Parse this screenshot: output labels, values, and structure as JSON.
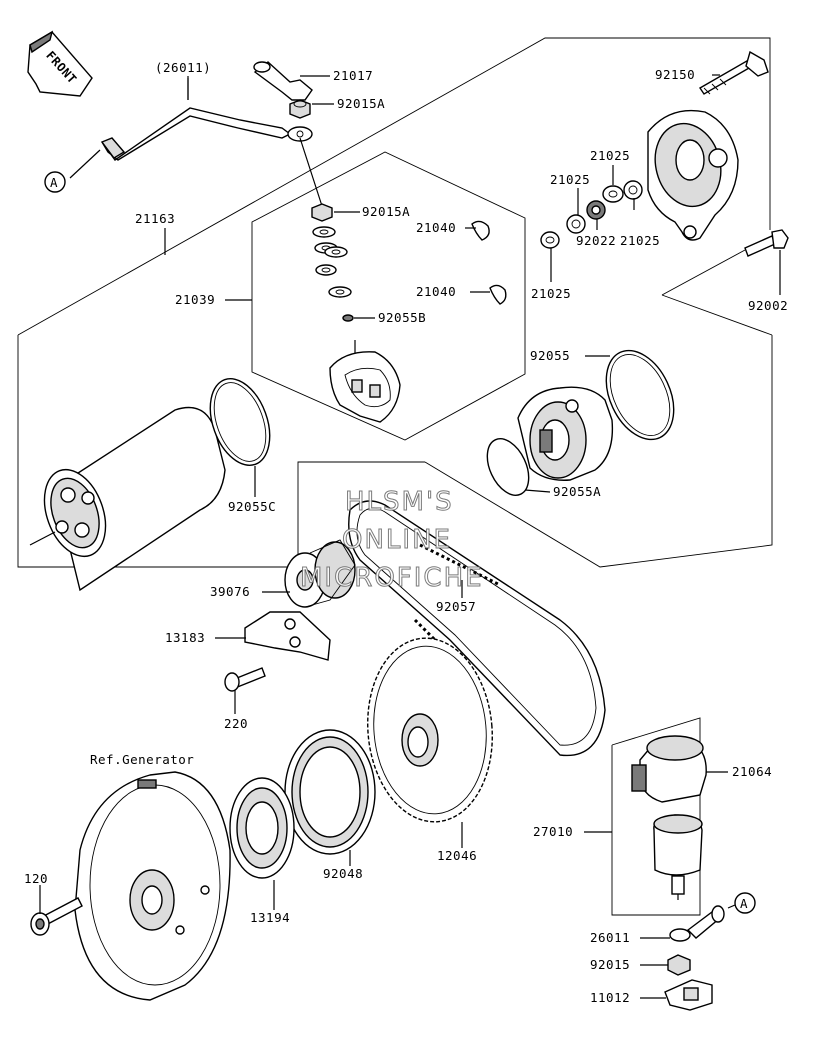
{
  "diagram": {
    "front_label": "FRONT",
    "ref_label": "A",
    "watermark": [
      "HLSM'S",
      "ONLINE",
      "MICROFICHE"
    ],
    "labels": {
      "p26011_top": "(26011)",
      "p21017": "21017",
      "p92015A_1": "92015A",
      "p92015A_2": "92015A",
      "p92150": "92150",
      "p21025_a": "21025",
      "p21025_b": "21025",
      "p21025_c": "21025",
      "p21025_d": "21025",
      "p92022": "92022",
      "p92002": "92002",
      "p21163": "21163",
      "p21040_a": "21040",
      "p21040_b": "21040",
      "p21039": "21039",
      "p92055B": "92055B",
      "p92055": "92055",
      "p92055C": "92055C",
      "p92055A": "92055A",
      "p39076": "39076",
      "p92057": "92057",
      "p13183": "13183",
      "p220": "220",
      "ref_generator": "Ref.Generator",
      "p21064": "21064",
      "p27010": "27010",
      "p12046": "12046",
      "p120": "120",
      "p13194": "13194",
      "p92048": "92048",
      "p26011_bot": "26011",
      "p92015": "92015",
      "p11012": "11012"
    }
  }
}
